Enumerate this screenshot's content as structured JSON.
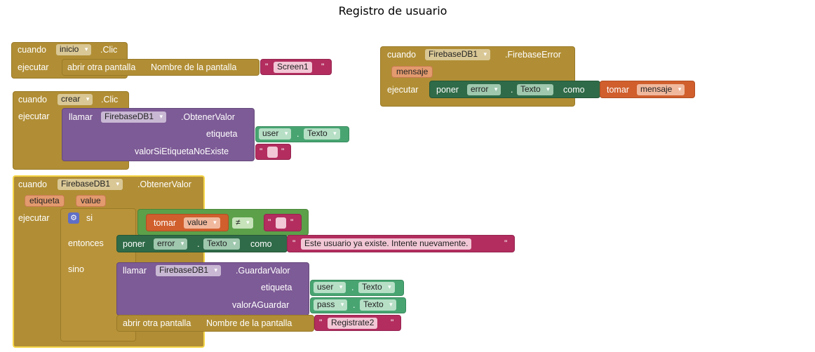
{
  "title": "Registro de usuario",
  "kw": {
    "cuando": "cuando",
    "ejecutar": "ejecutar",
    "si": "si",
    "entonces": "entonces",
    "sino": "sino",
    "llamar": "llamar",
    "poner": "poner",
    "como": "como",
    "tomar": "tomar",
    "abrir": "abrir otra pantalla",
    "nombre": "Nombre de la pantalla",
    "etiqueta": "etiqueta",
    "valorSi": "valorSiEtiquetaNoExiste",
    "valorA": "valorAGuardar",
    "quote": "\"",
    "dot": ".",
    "neq": "≠"
  },
  "b1": {
    "comp": "inicio",
    "evt": ".Clic",
    "screen": "Screen1"
  },
  "b2": {
    "comp": "crear",
    "evt": ".Clic",
    "db": "FirebaseDB1",
    "method": ".ObtenerValor",
    "tagComp": "user",
    "tagProp": "Texto",
    "empty": ""
  },
  "b3": {
    "comp": "FirebaseDB1",
    "evt": ".FirebaseError",
    "param": "mensaje",
    "setComp": "error",
    "setProp": "Texto",
    "getVar": "mensaje"
  },
  "b4": {
    "comp": "FirebaseDB1",
    "evt": ".ObtenerValor",
    "p1": "etiqueta",
    "p2": "value",
    "getVar": "value",
    "op": "≠",
    "empty": "",
    "setComp": "error",
    "setProp": "Texto",
    "msg": "Este usuario ya existe. Intente nuevamente.",
    "db": "FirebaseDB1",
    "method": ".GuardarValor",
    "tagComp": "user",
    "tagProp": "Texto",
    "valComp": "pass",
    "valProp": "Texto",
    "screen": "Registrate2"
  },
  "colors": {
    "event": "#b18e35",
    "procedure": "#7d5b96",
    "text": "#b32d5e",
    "variable": "#d05f2d",
    "component": "#48a572",
    "setter": "#2f6b48",
    "compare": "#5ca04a"
  }
}
